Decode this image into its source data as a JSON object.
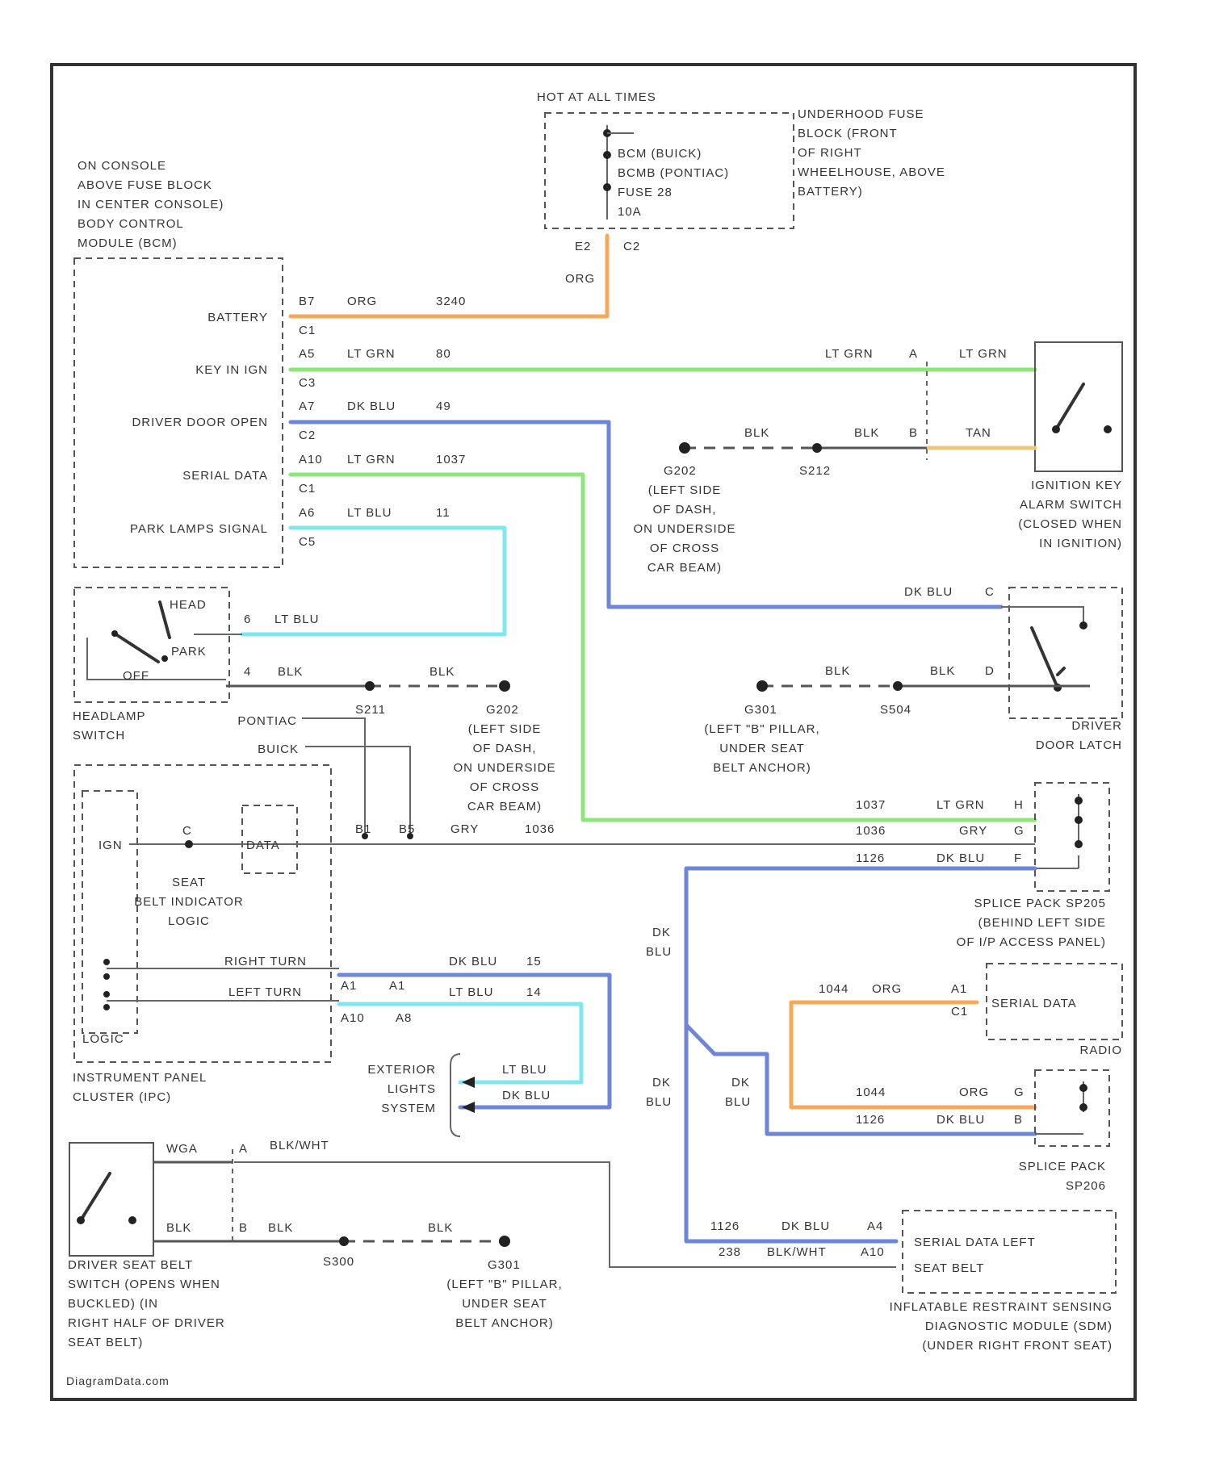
{
  "colors": {
    "org": "#f4a95b",
    "lt_grn": "#8ee67a",
    "dk_blu": "#6f86d6",
    "lt_blu": "#7fe8ee",
    "tan": "#ecc878",
    "blk": "#555555",
    "gry": "#bdbdbd"
  },
  "fuse_block": {
    "header": "HOT AT ALL TIMES",
    "fuse_lines": [
      "BCM (BUICK)",
      "BCMB (PONTIAC)",
      "FUSE 28",
      "10A"
    ],
    "location": [
      "UNDERHOOD FUSE",
      "BLOCK (FRONT",
      "OF RIGHT",
      "WHEELHOUSE, ABOVE",
      "BATTERY)"
    ],
    "connector_pin": "E2",
    "connector": "C2",
    "wire_color": "ORG"
  },
  "bcm": {
    "location": [
      "ON CONSOLE",
      "ABOVE FUSE BLOCK",
      "IN CENTER CONSOLE)",
      "BODY CONTROL",
      "MODULE (BCM)"
    ],
    "terminals": [
      {
        "name": "BATTERY",
        "pin": "B7",
        "conn": "C1",
        "color": "ORG",
        "circuit": "3240"
      },
      {
        "name": "KEY IN IGN",
        "pin": "A5",
        "conn": "C3",
        "color": "LT GRN",
        "circuit": "80"
      },
      {
        "name": "DRIVER DOOR OPEN",
        "pin": "A7",
        "conn": "C2",
        "color": "DK BLU",
        "circuit": "49"
      },
      {
        "name": "SERIAL DATA",
        "pin": "A10",
        "conn": "C1",
        "color": "LT GRN",
        "circuit": "1037"
      },
      {
        "name": "PARK LAMPS SIGNAL",
        "pin": "A6",
        "conn": "C5",
        "color": "LT BLU",
        "circuit": "11"
      }
    ]
  },
  "ignition_switch": {
    "wire1_color": "LT GRN",
    "wire1_pin": "A",
    "wire1_color_right": "LT GRN",
    "wire2_color": "BLK",
    "wire2_pin": "B",
    "wire2_color_right": "TAN",
    "ground_wire": "BLK",
    "splice": "S212",
    "ground": "G202",
    "ground_location": [
      "(LEFT SIDE",
      "OF DASH,",
      "ON UNDERSIDE",
      "OF CROSS",
      "CAR BEAM)"
    ],
    "label": [
      "IGNITION KEY",
      "ALARM SWITCH",
      "(CLOSED WHEN",
      "IN IGNITION)"
    ]
  },
  "headlamp_switch": {
    "positions": [
      "HEAD",
      "PARK",
      "OFF"
    ],
    "pin1": "6",
    "pin1_color": "LT BLU",
    "pin2": "4",
    "pin2_color": "BLK",
    "ground_wire": "BLK",
    "splice": "S211",
    "ground": "G202",
    "ground_location": [
      "(LEFT SIDE",
      "OF DASH,",
      "ON UNDERSIDE",
      "OF CROSS",
      "CAR BEAM)"
    ],
    "label": [
      "HEADLAMP",
      "SWITCH"
    ]
  },
  "door_latch": {
    "pin_c": "C",
    "pin_c_color": "DK BLU",
    "pin_d": "D",
    "pin_d_color": "BLK",
    "ground_wire": "BLK",
    "splice": "S504",
    "ground": "G301",
    "ground_location": [
      "(LEFT \"B\" PILLAR,",
      "UNDER SEAT",
      "BELT ANCHOR)"
    ],
    "label": [
      "DRIVER",
      "DOOR LATCH"
    ]
  },
  "ipc": {
    "pontiac": "PONTIAC",
    "buick": "BUICK",
    "pin_b1": "B1",
    "pin_b5": "B5",
    "gry_color": "GRY",
    "gry_circuit": "1036",
    "ign": "IGN",
    "c_label": "C",
    "data": "DATA",
    "seat_belt_logic": [
      "SEAT",
      "BELT INDICATOR",
      "LOGIC"
    ],
    "right_turn": "RIGHT TURN",
    "left_turn": "LEFT TURN",
    "right_pins": [
      "A1",
      "A1"
    ],
    "right_color": "DK BLU",
    "right_circuit": "15",
    "left_pins": [
      "A10",
      "A8"
    ],
    "left_color": "LT BLU",
    "left_circuit": "14",
    "logic": "LOGIC",
    "label": [
      "INSTRUMENT PANEL",
      "CLUSTER (IPC)"
    ]
  },
  "exterior_lights": {
    "lt_blu": "LT BLU",
    "dk_blu": "DK BLU",
    "label": [
      "EXTERIOR",
      "LIGHTS",
      "SYSTEM"
    ]
  },
  "splice_sp205": {
    "rows": [
      {
        "circuit": "1037",
        "color": "LT GRN",
        "pin": "H"
      },
      {
        "circuit": "1036",
        "color": "GRY",
        "pin": "G"
      },
      {
        "circuit": "1126",
        "color": "DK BLU",
        "pin": "F"
      }
    ],
    "label": [
      "SPLICE PACK SP205",
      "(BEHIND LEFT SIDE",
      "OF I/P ACCESS PANEL)"
    ]
  },
  "radio": {
    "circuit": "1044",
    "color": "ORG",
    "pin": "A1",
    "conn": "C1",
    "name": "SERIAL DATA",
    "label": "RADIO"
  },
  "splice_sp206": {
    "rows": [
      {
        "circuit": "1044",
        "color": "ORG",
        "pin": "G"
      },
      {
        "circuit": "1126",
        "color": "DK BLU",
        "pin": "B"
      }
    ],
    "label": [
      "SPLICE PACK",
      "SP206"
    ]
  },
  "dk_blu_labels": [
    "DK",
    "BLU"
  ],
  "seat_belt_switch": {
    "pin_a": "A",
    "pin_a_color": "BLK/WHT",
    "wire_a_left": "WGA",
    "pin_b": "B",
    "pin_b_color": "BLK",
    "wire_b_left": "BLK",
    "ground_wire": "BLK",
    "splice": "S300",
    "ground": "G301",
    "ground_location": [
      "(LEFT \"B\" PILLAR,",
      "UNDER SEAT",
      "BELT ANCHOR)"
    ],
    "label": [
      "DRIVER SEAT BELT",
      "SWITCH (OPENS WHEN",
      "BUCKLED) (IN",
      "RIGHT HALF OF DRIVER",
      "SEAT BELT)"
    ]
  },
  "sdm": {
    "row1": {
      "circuit": "1126",
      "color": "DK BLU",
      "pin": "A4",
      "name": "SERIAL DATA LEFT"
    },
    "row2": {
      "circuit": "238",
      "color": "BLK/WHT",
      "pin": "A10",
      "name": "SEAT BELT"
    },
    "label": [
      "INFLATABLE RESTRAINT SENSING",
      "DIAGNOSTIC MODULE (SDM)",
      "(UNDER RIGHT FRONT SEAT)"
    ]
  },
  "footer": "DiagramData.com"
}
